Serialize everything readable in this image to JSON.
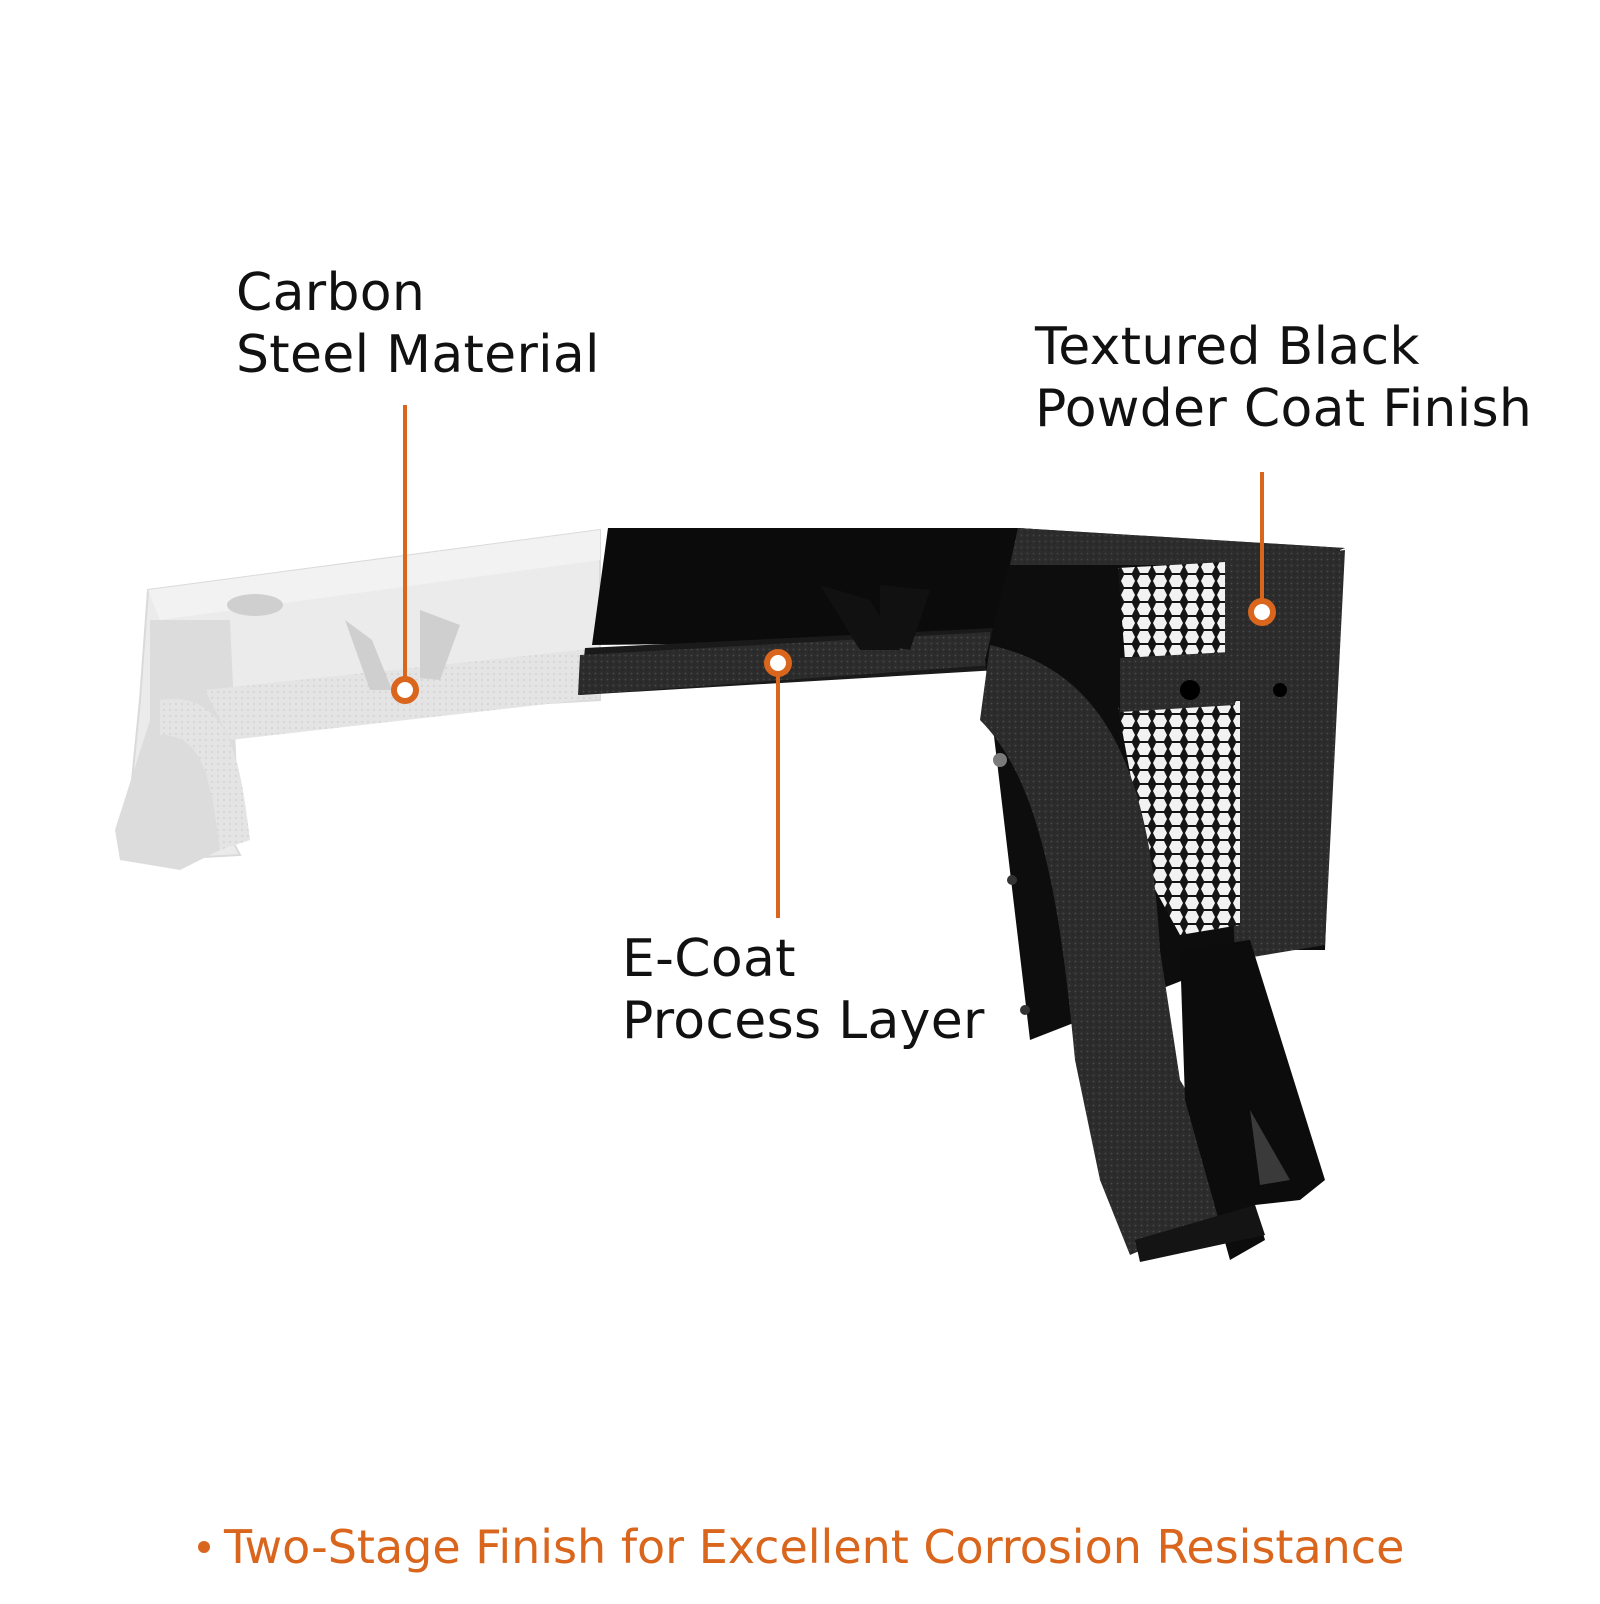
{
  "callouts": {
    "carbon": {
      "line1": "Carbon",
      "line2": "Steel Material"
    },
    "powder": {
      "line1": "Textured Black",
      "line2": "Powder Coat Finish"
    },
    "ecoat": {
      "line1": "E-Coat",
      "line2": "Process Layer"
    }
  },
  "footer": {
    "text": "Two-Stage Finish for Excellent Corrosion Resistance"
  },
  "colors": {
    "accent": "#D9661C",
    "text": "#111111",
    "raw_steel": "#E6E6E6",
    "ecoat_black": "#0b0b0b",
    "powder_texture": "#3a3a3a"
  },
  "icons": [
    "callout-marker-icon",
    "bullet-icon",
    "honeycomb-mesh"
  ]
}
